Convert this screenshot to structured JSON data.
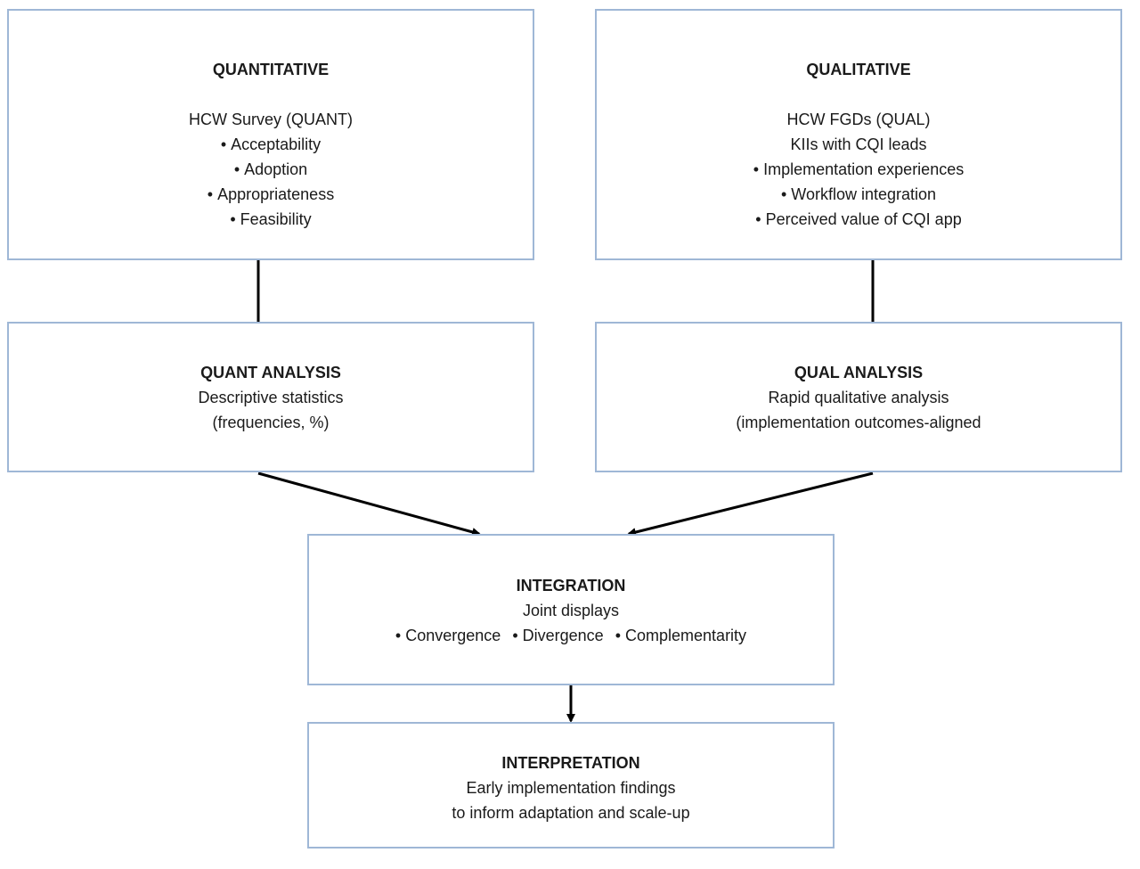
{
  "colors": {
    "box_border": "#9fb7d6",
    "connector": "#000000",
    "text": "#1a1a1a"
  },
  "quantitative": {
    "title": "QUANTITATIVE",
    "subtitle": "HCW Survey (QUANT)",
    "items": [
      "Acceptability",
      "Adoption",
      "Appropriateness",
      "Feasibility"
    ]
  },
  "qualitative": {
    "title": "QUALITATIVE",
    "lines": [
      "HCW FGDs (QUAL)",
      "KIIs with CQI leads"
    ],
    "items": [
      "Implementation experiences",
      "Workflow integration",
      "Perceived value of CQI app"
    ]
  },
  "quant_analysis": {
    "title": "QUANT ANALYSIS",
    "lines": [
      "Descriptive statistics",
      "(frequencies, %)"
    ]
  },
  "qual_analysis": {
    "title": "QUAL ANALYSIS",
    "lines": [
      "Rapid qualitative analysis",
      "(implementation outcomes-aligned"
    ]
  },
  "integration": {
    "title": "INTEGRATION",
    "line": "Joint displays",
    "items": [
      "Convergence",
      "Divergence",
      "Complementarity"
    ]
  },
  "interpretation": {
    "title": "INTERPRETATION",
    "lines": [
      "Early implementation findings",
      "to inform adaptation and scale-up"
    ]
  }
}
